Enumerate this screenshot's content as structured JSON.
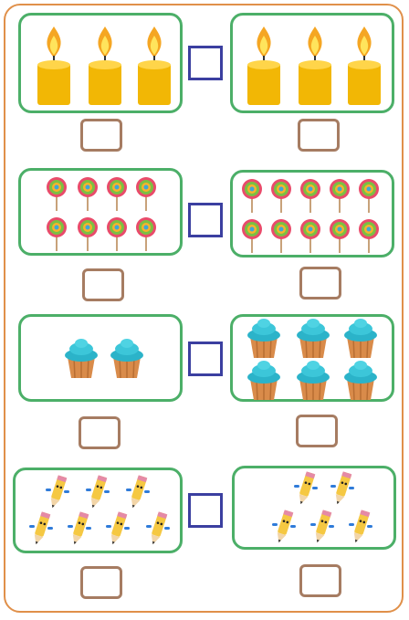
{
  "worksheet": {
    "colors": {
      "sheet_border": "#e0904a",
      "group_border": "#4caf68",
      "compare_box_border": "#3b3fa0",
      "answer_box_border": "#a67c62"
    },
    "rows": [
      {
        "object": "candle-icon",
        "left_count": 3,
        "right_count": 3
      },
      {
        "object": "lollipop-icon",
        "left_count": 8,
        "right_count": 10
      },
      {
        "object": "cupcake-icon",
        "left_count": 2,
        "right_count": 6
      },
      {
        "object": "pencil-icon",
        "left_count": 7,
        "right_count": 5
      }
    ]
  }
}
